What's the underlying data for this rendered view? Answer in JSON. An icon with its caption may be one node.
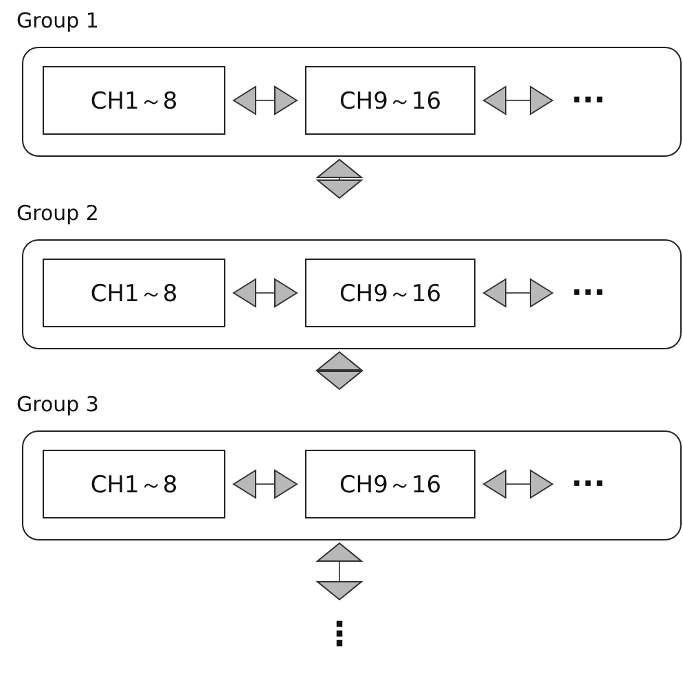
{
  "diagram": {
    "nodes": [
      {
        "text": [
          "Group 1"
        ]
      },
      {
        "text": [
          "CH1～8"
        ],
        "in": 0
      },
      {
        "text": [
          "CH9～16"
        ],
        "in": 0
      },
      {
        "text": [
          "···"
        ],
        "in": 0
      },
      {
        "text": [
          "Group 2"
        ]
      },
      {
        "text": [
          "CH1～8"
        ],
        "in": 4
      },
      {
        "text": [
          "CH9～16"
        ],
        "in": 4
      },
      {
        "text": [
          "···"
        ],
        "in": 4
      },
      {
        "text": [
          "Group 3"
        ]
      },
      {
        "text": [
          "CH1～8"
        ],
        "in": 8
      },
      {
        "text": [
          "CH9～16"
        ],
        "in": 8
      },
      {
        "text": [
          "···"
        ],
        "in": 8
      },
      {
        "text": [
          "⋮"
        ]
      }
    ],
    "edges": [
      {
        "from": 1,
        "to": 2,
        "arrow": "both"
      },
      {
        "from": 2,
        "to": 3,
        "arrow": "both"
      },
      {
        "from": 5,
        "to": 6,
        "arrow": "both"
      },
      {
        "from": 6,
        "to": 7,
        "arrow": "both"
      },
      {
        "from": 9,
        "to": 10,
        "arrow": "both"
      },
      {
        "from": 10,
        "to": 11,
        "arrow": "both"
      },
      {
        "from": 0,
        "to": 4,
        "arrow": "both"
      },
      {
        "from": 4,
        "to": 8,
        "arrow": "both"
      },
      {
        "from": 8,
        "to": 12,
        "arrow": "both"
      }
    ]
  }
}
